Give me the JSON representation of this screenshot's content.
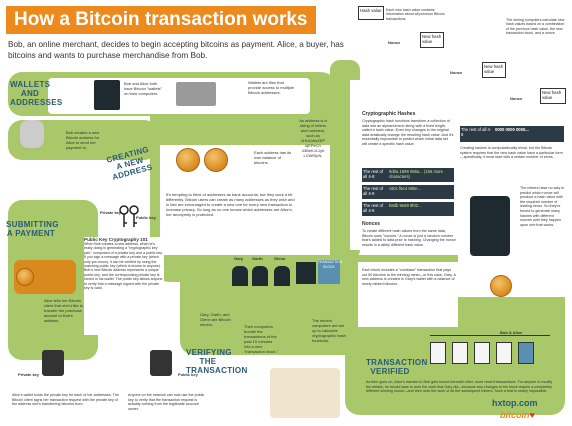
{
  "title": "How a Bitcoin transaction works",
  "intro": "Bob, an online merchant, decides to begin accepting bitcoins as payment. Alice, a buyer, has bitcoins and wants to purchase merchandise from Bob.",
  "sections": {
    "wallets": {
      "label": "WALLETS AND ADDRESSES",
      "text1": "Bob and Alice both have Bitcoin \"wallets\" on their computers.",
      "text2": "Wallets are files that provide access to multiple Bitcoin addresses.",
      "text3": "An address is a string of letters and numbers, such as 1HULMwZEP kjEPeCh 43BeKJL1yb LCWfSpN."
    },
    "create_address": {
      "label": "CREATING A NEW ADDRESS",
      "text1": "Bob creates a new Bitcoin address for Alice to send her payment to.",
      "text2": "Each address has its own balance of bitcoins."
    },
    "public_key": {
      "heading": "Public Key Cryptography 101",
      "text": "When Bob creates a new address, what he's really doing is generating a \"cryptographic key pair,\" composed of a private key and a public key. If you sign a message with a private key (which only you know), it can be verified by using the matching public key (which is known to anyone). Bob's new Bitcoin address represents a unique public key, and the corresponding private key is stored in his wallet. The public key allows anyone to verify that a message signed with the private key is valid.",
      "private_label": "Private key",
      "public_label": "Public key"
    },
    "tempting": {
      "text": "It's tempting to think of addresses as bank accounts, but they work a bit differently. Bitcoin users can create as many addresses as they wish and in fact are encouraged to create a new one for every new transaction to increase privacy. So long as no one knows which addresses are Alice's, her anonymity is protected."
    },
    "submitting": {
      "label": "SUBMITTING A PAYMENT",
      "text": "Alice tells her Bitcoin client that she'd like to transfer the purchase amount to Bob's address."
    },
    "signing": {
      "text1": "Alice's wallet holds the private key for each of her addresses. The Bitcoin client signs her transaction request with the private key of the address she's transferring bitcoins from.",
      "text2": "Anyone on the network can now use the public key to verify that the transaction request is actually coming from the legitimate account owner.",
      "private_label": "Private key",
      "public_label": "Public key"
    },
    "verifying": {
      "label": "VERIFYING THE TRANSACTION",
      "people": "Gary, Garth, and Glenn are Bitcoin miners.",
      "names": [
        "Gary",
        "Garth",
        "Glenn"
      ],
      "computers": "Their computers bundle the transactions of the past 10 minutes into a new \"transaction block.\"",
      "block_label": "TRANSACTION BLOCK",
      "miners": "The miners' computers are set up to calculate cryptographic hash functions."
    },
    "crypto_hashes": {
      "heading": "Cryptographic Hashes",
      "text": "Cryptographic hash functions transform a collection of data into an alphanumeric string with a fixed length, called a hash value. Even tiny changes in the original data drastically change the resulting hash value. And it's essentially impossible to predict which initial data set will create a specific hash value.",
      "rows": [
        {
          "label": "The rest of all 4-8",
          "value": "9d0a 1899 086a... (156 more characters)"
        },
        {
          "label": "The rest of all 4-8",
          "value": "c60c f6e4 680e..."
        },
        {
          "label": "The rest of all 4-8",
          "value": "b8db 9e69 9f02..."
        }
      ]
    },
    "nonces": {
      "heading": "Nonces",
      "text": "To create different hash values from the same data, Bitcoin uses \"nonces.\" A nonce is just a random number that's added to data prior to hashing. Changing the nonce results in a wildly different hash value."
    },
    "mining": {
      "hash_label": "Hash value",
      "note": "Each new hash value contains information about all previous Bitcoin transactions.",
      "nonce_label": "Nonce",
      "new_hash_label": "New hash value",
      "top_text": "The mining computers calculate new hash values based on a combination of the previous hash value, the new transaction block, and a nonce.",
      "hash_text": "Creating hashes is computationally trivial, but the Bitcoin system requires that the new hash value have a particular form—specifically, it must start with a certain number of zeros.",
      "nonce_row_label": "The rest of all 4-8",
      "nonce_row_value": "0000 0000 0000...",
      "miners_text": "The miners have no way to predict which nonce will produce a hash value with the required number of leading zeros. So they're forced to generate many hashes with different nonces until they happen upon one that works.",
      "reward_text": "Each block includes a \"coinbase\" transaction that pays out 50 bitcoins to the winning miner—in this case, Gary. A new address is created in Gary's wallet with a balance of newly minted bitcoins."
    },
    "verified": {
      "label": "TRANSACTION VERIFIED",
      "text": "As time goes on, Alice's transfer to Bob gets buried beneath other, more recent transactions. For anyone to modify the details, he would have to redo the work that Gary did—because any changes to the block require a completely different winning nonce—and then redo the work of all the subsequent miners. Such a feat is nearly impossible.",
      "bob_alice": "Bob & Alice"
    }
  },
  "footer": {
    "site": "hxtop.com",
    "brand": "bitcoin"
  },
  "colors": {
    "accent": "#ec8a1e",
    "path": "#a8c86a",
    "label": "#2b5a76",
    "dark": "#1f2a30"
  }
}
